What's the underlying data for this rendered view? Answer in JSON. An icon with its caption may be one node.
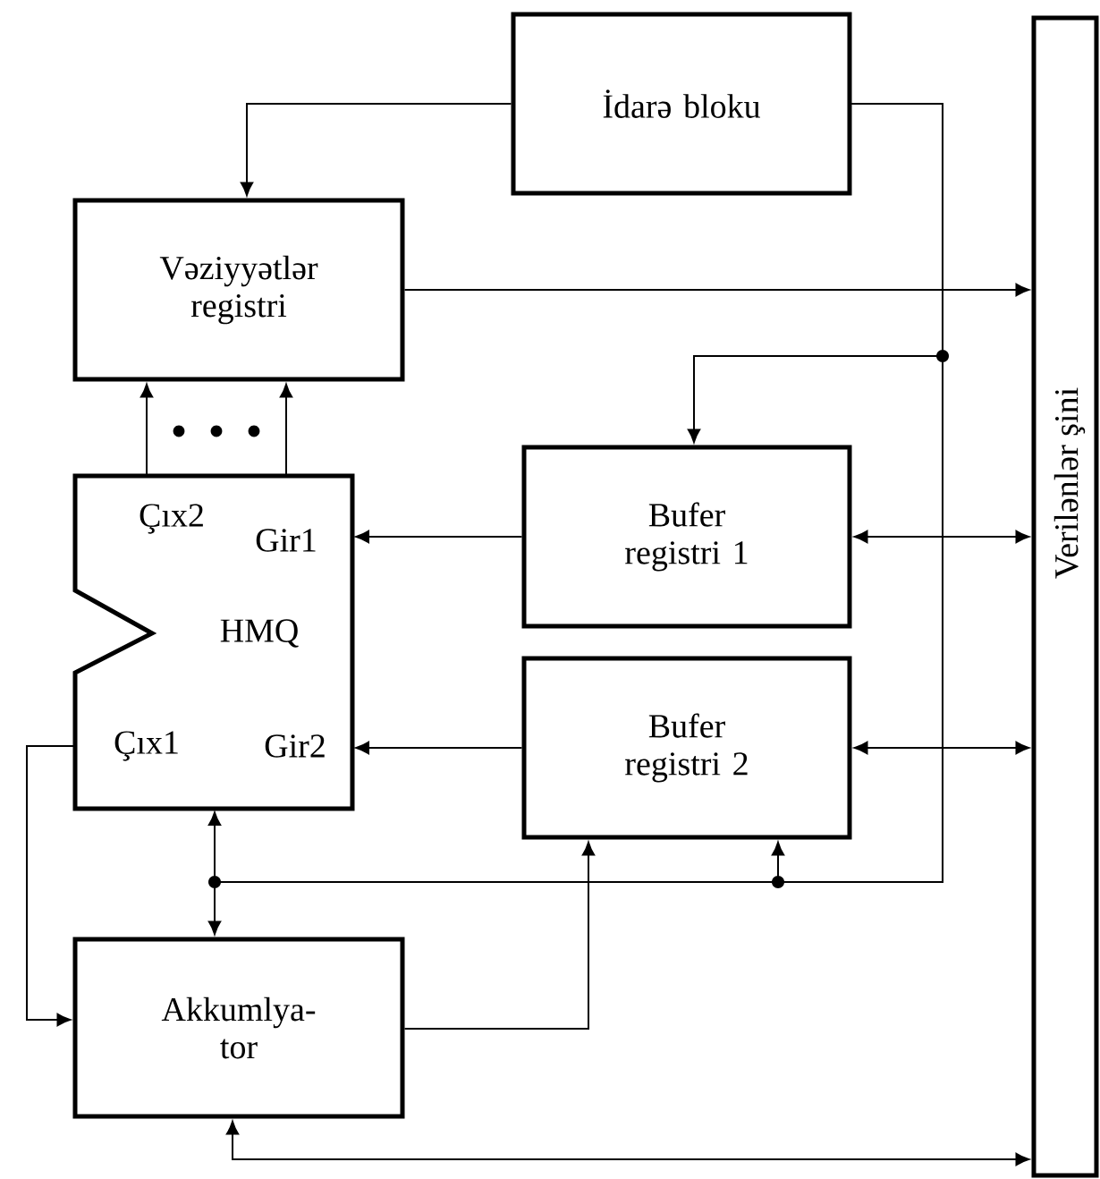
{
  "diagram": {
    "nodes": [
      {
        "text": [
          "İdarə bloku"
        ]
      },
      {
        "text": [
          "Vəziyyətlər registri"
        ]
      },
      {
        "text": [
          "Çıx2",
          "Gir1",
          "HMQ",
          "Çıx1",
          "Gir2"
        ]
      },
      {
        "text": [
          "Bufer registri 1"
        ]
      },
      {
        "text": [
          "Bufer registri 2"
        ]
      },
      {
        "text": [
          "Akkumlya- tor"
        ]
      },
      {
        "text": [
          "Verilənlər şini"
        ]
      }
    ],
    "edges": [
      {
        "from": 0,
        "to": 1,
        "arrow": "to"
      },
      {
        "from": 0,
        "to": 3,
        "arrow": "to"
      },
      {
        "from": 0,
        "to": 4,
        "arrow": "to"
      },
      {
        "from": 0,
        "to": 2,
        "arrow": "to"
      },
      {
        "from": 0,
        "to": 5,
        "arrow": "to"
      },
      {
        "from": 1,
        "to": 6,
        "arrow": "to"
      },
      {
        "from": 2,
        "to": 1,
        "arrow": "to"
      },
      {
        "from": 2,
        "to": 1,
        "arrow": "to"
      },
      {
        "from": 3,
        "to": 2,
        "arrow": "to"
      },
      {
        "from": 3,
        "to": 6,
        "arrow": "both"
      },
      {
        "from": 4,
        "to": 2,
        "arrow": "to"
      },
      {
        "from": 4,
        "to": 6,
        "arrow": "both"
      },
      {
        "from": 2,
        "to": 5,
        "arrow": "to"
      },
      {
        "from": 5,
        "to": 4,
        "arrow": "to"
      },
      {
        "from": 5,
        "to": 6,
        "arrow": "both"
      }
    ]
  }
}
